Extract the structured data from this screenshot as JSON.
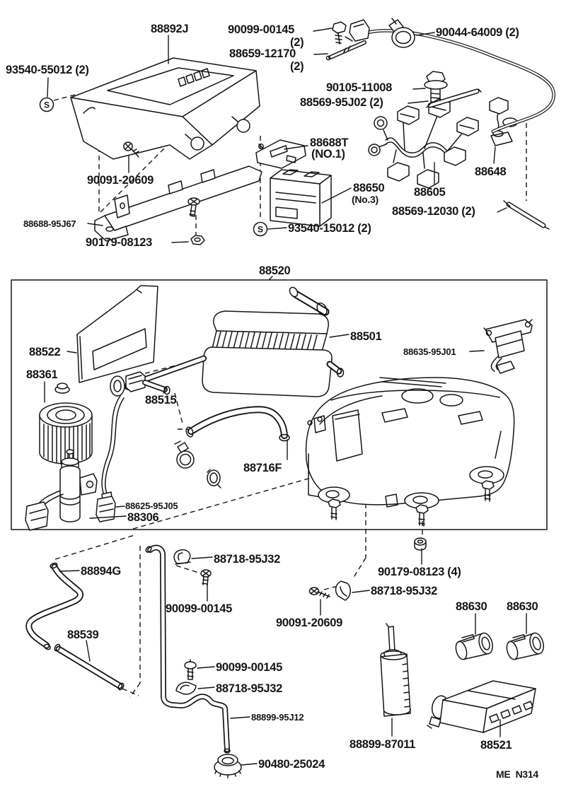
{
  "page": {
    "background": "#ffffff",
    "ink": "#161616"
  },
  "symbols": {
    "s": "S"
  },
  "footer": {
    "left": "ME",
    "right": "N314"
  },
  "labels": [
    {
      "text": "88892J"
    },
    {
      "text": "90099-00145",
      "line2": "(2)"
    },
    {
      "text": "88659-12170",
      "line2": "(2)"
    },
    {
      "text": "90044-64009 (2)"
    },
    {
      "text": "93540-55012 (2)"
    },
    {
      "text": "90105-11008"
    },
    {
      "text": "88569-95J02 (2)"
    },
    {
      "text": "88688T",
      "line2": "(NO.1)"
    },
    {
      "text": "90091-20609"
    },
    {
      "text": "88650",
      "line2": "(No.3)"
    },
    {
      "text": "88605"
    },
    {
      "text": "88648"
    },
    {
      "text": "88688-95J67"
    },
    {
      "text": "88569-12030 (2)"
    },
    {
      "text": "90179-08123"
    },
    {
      "text": "93540-15012 (2)"
    },
    {
      "text": "88520"
    },
    {
      "text": "88522"
    },
    {
      "text": "88361"
    },
    {
      "text": "88501"
    },
    {
      "text": "88635-95J01"
    },
    {
      "text": "88515"
    },
    {
      "text": "88716F"
    },
    {
      "text": "88625-95J05"
    },
    {
      "text": "88306"
    },
    {
      "text": "88894G"
    },
    {
      "text": "88718-95J32"
    },
    {
      "text": "90099-00145"
    },
    {
      "text": "88539"
    },
    {
      "text": "90091-20609"
    },
    {
      "text": "90179-08123 (4)"
    },
    {
      "text": "88718-95J32"
    },
    {
      "text": "88630"
    },
    {
      "text": "88630"
    },
    {
      "text": "90099-00145"
    },
    {
      "text": "88718-95J32"
    },
    {
      "text": "88899-95J12"
    },
    {
      "text": "90480-25024"
    },
    {
      "text": "88899-87011"
    },
    {
      "text": "88521"
    }
  ]
}
